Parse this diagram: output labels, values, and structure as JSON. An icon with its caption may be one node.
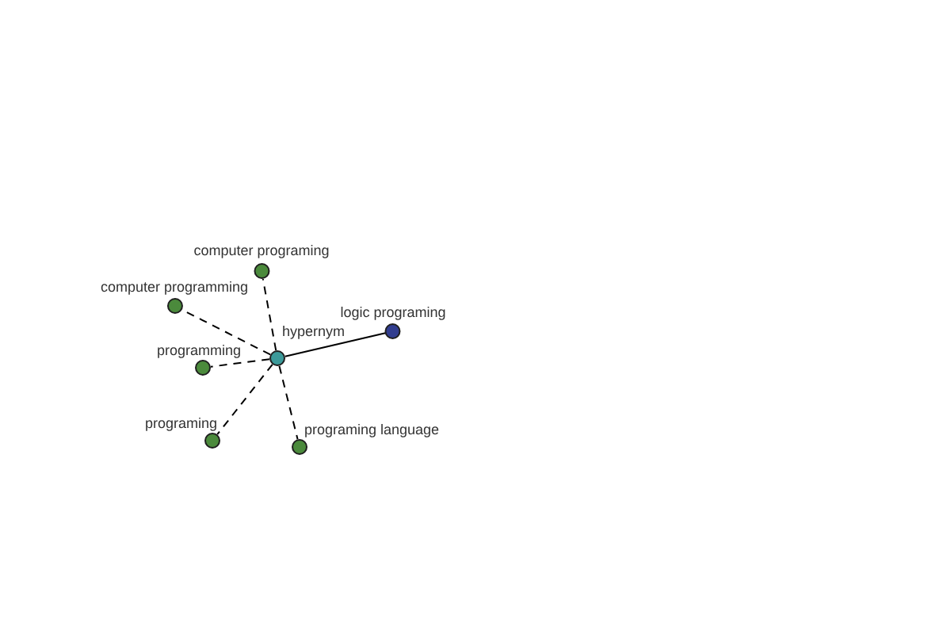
{
  "diagram": {
    "nodes": [
      {
        "text": [
          "computer programing"
        ]
      },
      {
        "text": [
          "computer programming"
        ]
      },
      {
        "text": [
          "logic programing"
        ]
      },
      {
        "text": [
          "hypernym"
        ]
      },
      {
        "text": [
          "programming"
        ]
      },
      {
        "text": [
          "programing"
        ]
      },
      {
        "text": [
          "programing language"
        ]
      }
    ],
    "edges": [
      {
        "from": 3,
        "to": 0,
        "arrow": "none",
        "style": "dashed"
      },
      {
        "from": 3,
        "to": 1,
        "arrow": "none",
        "style": "dashed"
      },
      {
        "from": 3,
        "to": 2,
        "arrow": "none"
      },
      {
        "from": 3,
        "to": 4,
        "arrow": "none",
        "style": "dashed"
      },
      {
        "from": 3,
        "to": 5,
        "arrow": "none",
        "style": "dashed"
      },
      {
        "from": 3,
        "to": 6,
        "arrow": "none",
        "style": "dashed"
      }
    ]
  }
}
